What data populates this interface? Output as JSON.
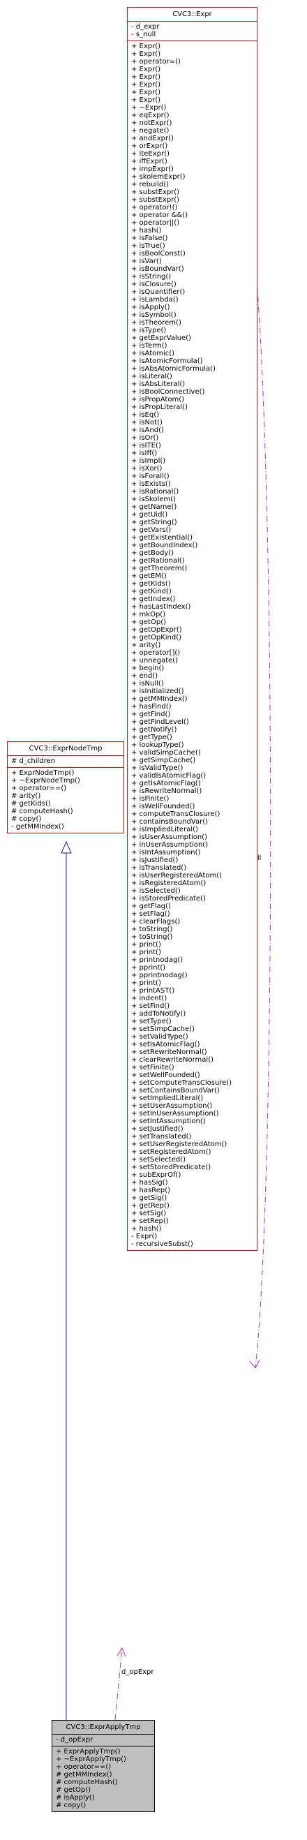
{
  "colors": {
    "class_border": "#ff0000",
    "main_fill": "#bfbfbf",
    "inheritance_edge": "#1a1aa6",
    "usage_edge": "#9a32cd"
  },
  "expr": {
    "title": "CVC3::Expr",
    "attributes": [
      "- d_expr",
      "- s_null"
    ],
    "methods": [
      "+ Expr()",
      "+ Expr()",
      "+ operator=()",
      "+ Expr()",
      "+ Expr()",
      "+ Expr()",
      "+ Expr()",
      "+ Expr()",
      "+ ~Expr()",
      "+ eqExpr()",
      "+ notExpr()",
      "+ negate()",
      "+ andExpr()",
      "+ orExpr()",
      "+ iteExpr()",
      "+ iffExpr()",
      "+ impExpr()",
      "+ skolemExpr()",
      "+ rebuild()",
      "+ substExpr()",
      "+ substExpr()",
      "+ operator!()",
      "+ operator &&()",
      "+ operator||()",
      "+ hash()",
      "+ isFalse()",
      "+ isTrue()",
      "+ isBoolConst()",
      "+ isVar()",
      "+ isBoundVar()",
      "+ isString()",
      "+ isClosure()",
      "+ isQuantifier()",
      "+ isLambda()",
      "+ isApply()",
      "+ isSymbol()",
      "+ isTheorem()",
      "+ isType()",
      "+ getExprValue()",
      "+ isTerm()",
      "+ isAtomic()",
      "+ isAtomicFormula()",
      "+ isAbsAtomicFormula()",
      "+ isLiteral()",
      "+ isAbsLiteral()",
      "+ isBoolConnective()",
      "+ isPropAtom()",
      "+ isPropLiteral()",
      "+ isEq()",
      "+ isNot()",
      "+ isAnd()",
      "+ isOr()",
      "+ isITE()",
      "+ isIff()",
      "+ isImpl()",
      "+ isXor()",
      "+ isForall()",
      "+ isExists()",
      "+ isRational()",
      "+ isSkolem()",
      "+ getName()",
      "+ getUid()",
      "+ getString()",
      "+ getVars()",
      "+ getExistential()",
      "+ getBoundIndex()",
      "+ getBody()",
      "+ getRational()",
      "+ getTheorem()",
      "+ getEM()",
      "+ getKids()",
      "+ getKind()",
      "+ getIndex()",
      "+ hasLastIndex()",
      "+ mkOp()",
      "+ getOp()",
      "+ getOpExpr()",
      "+ getOpKind()",
      "+ arity()",
      "+ operator[]()",
      "+ unnegate()",
      "+ begin()",
      "+ end()",
      "+ isNull()",
      "+ isInitialized()",
      "+ getMMIndex()",
      "+ hasFind()",
      "+ getFind()",
      "+ getFindLevel()",
      "+ getNotify()",
      "+ getType()",
      "+ lookupType()",
      "+ validSimpCache()",
      "+ getSimpCache()",
      "+ isValidType()",
      "+ validIsAtomicFlag()",
      "+ getIsAtomicFlag()",
      "+ isRewriteNormal()",
      "+ isFinite()",
      "+ isWellFounded()",
      "+ computeTransClosure()",
      "+ containsBoundVar()",
      "+ isImpliedLiteral()",
      "+ isUserAssumption()",
      "+ inUserAssumption()",
      "+ isIntAssumption()",
      "+ isJustified()",
      "+ isTranslated()",
      "+ isUserRegisteredAtom()",
      "+ isRegisteredAtom()",
      "+ isSelected()",
      "+ isStoredPredicate()",
      "+ getFlag()",
      "+ setFlag()",
      "+ clearFlags()",
      "+ toString()",
      "+ toString()",
      "+ print()",
      "+ print()",
      "+ printnodag()",
      "+ pprint()",
      "+ pprintnodag()",
      "+ print()",
      "+ printAST()",
      "+ indent()",
      "+ setFind()",
      "+ addToNotify()",
      "+ setType()",
      "+ setSimpCache()",
      "+ setValidType()",
      "+ setIsAtomicFlag()",
      "+ setRewriteNormal()",
      "+ clearRewriteNormal()",
      "+ setFinite()",
      "+ setWellFounded()",
      "+ setComputeTransClosure()",
      "+ setContainsBoundVar()",
      "+ setImpliedLiteral()",
      "+ setUserAssumption()",
      "+ setInUserAssumption()",
      "+ setIntAssumption()",
      "+ setJustified()",
      "+ setTranslated()",
      "+ setUserRegisteredAtom()",
      "+ setRegisteredAtom()",
      "+ setSelected()",
      "+ setStoredPredicate()",
      "+ subExprOf()",
      "+ hasSig()",
      "+ hasRep()",
      "+ getSig()",
      "+ getRep()",
      "+ setSig()",
      "+ setRep()",
      "+ hash()",
      "- Expr()",
      "- recursiveSubst()"
    ]
  },
  "exprNodeTmp": {
    "title": "CVC3::ExprNodeTmp",
    "attributes": [
      "# d_children"
    ],
    "methods": [
      "+ ExprNodeTmp()",
      "+ ~ExprNodeTmp()",
      "+ operator==()",
      "# arity()",
      "# getKids()",
      "# computeHash()",
      "# copy()",
      "- getMMIndex()"
    ]
  },
  "exprApplyTmp": {
    "title": "CVC3::ExprApplyTmp",
    "attributes": [
      "- d_opExpr"
    ],
    "methods": [
      "+ ExprApplyTmp()",
      "+ ~ExprApplyTmp()",
      "+ operator==()",
      "# getMMIndex()",
      "# computeHash()",
      "# getOp()",
      "# isApply()",
      "# copy()"
    ]
  },
  "edges": {
    "self_label": "s_null",
    "opexpr_label": "d_opExpr"
  }
}
